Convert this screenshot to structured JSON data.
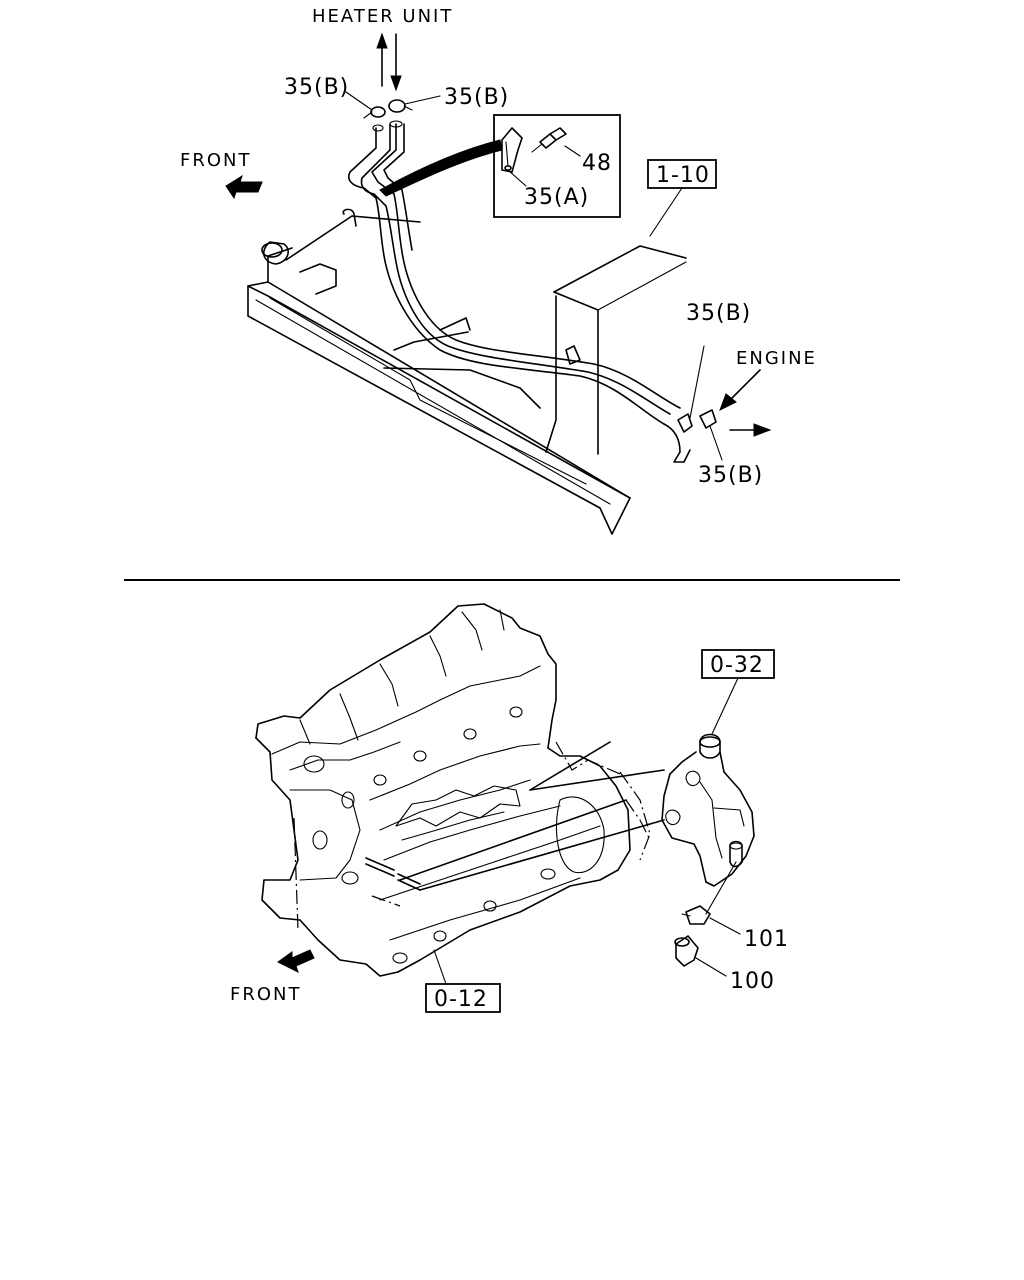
{
  "top_section": {
    "heater_unit": "HEATER UNIT",
    "front": "FRONT",
    "engine": "ENGINE",
    "clamp_top_left": "35(B)",
    "clamp_top_right": "35(B)",
    "bolt": "48",
    "bracket": "35(A)",
    "clamp_engine_upper": "35(B)",
    "clamp_engine_lower": "35(B)",
    "ref_box": "1-10"
  },
  "bottom_section": {
    "front": "FRONT",
    "ref_box_upper": "0-32",
    "ref_box_lower": "0-12",
    "clamp": "101",
    "hose": "100"
  }
}
